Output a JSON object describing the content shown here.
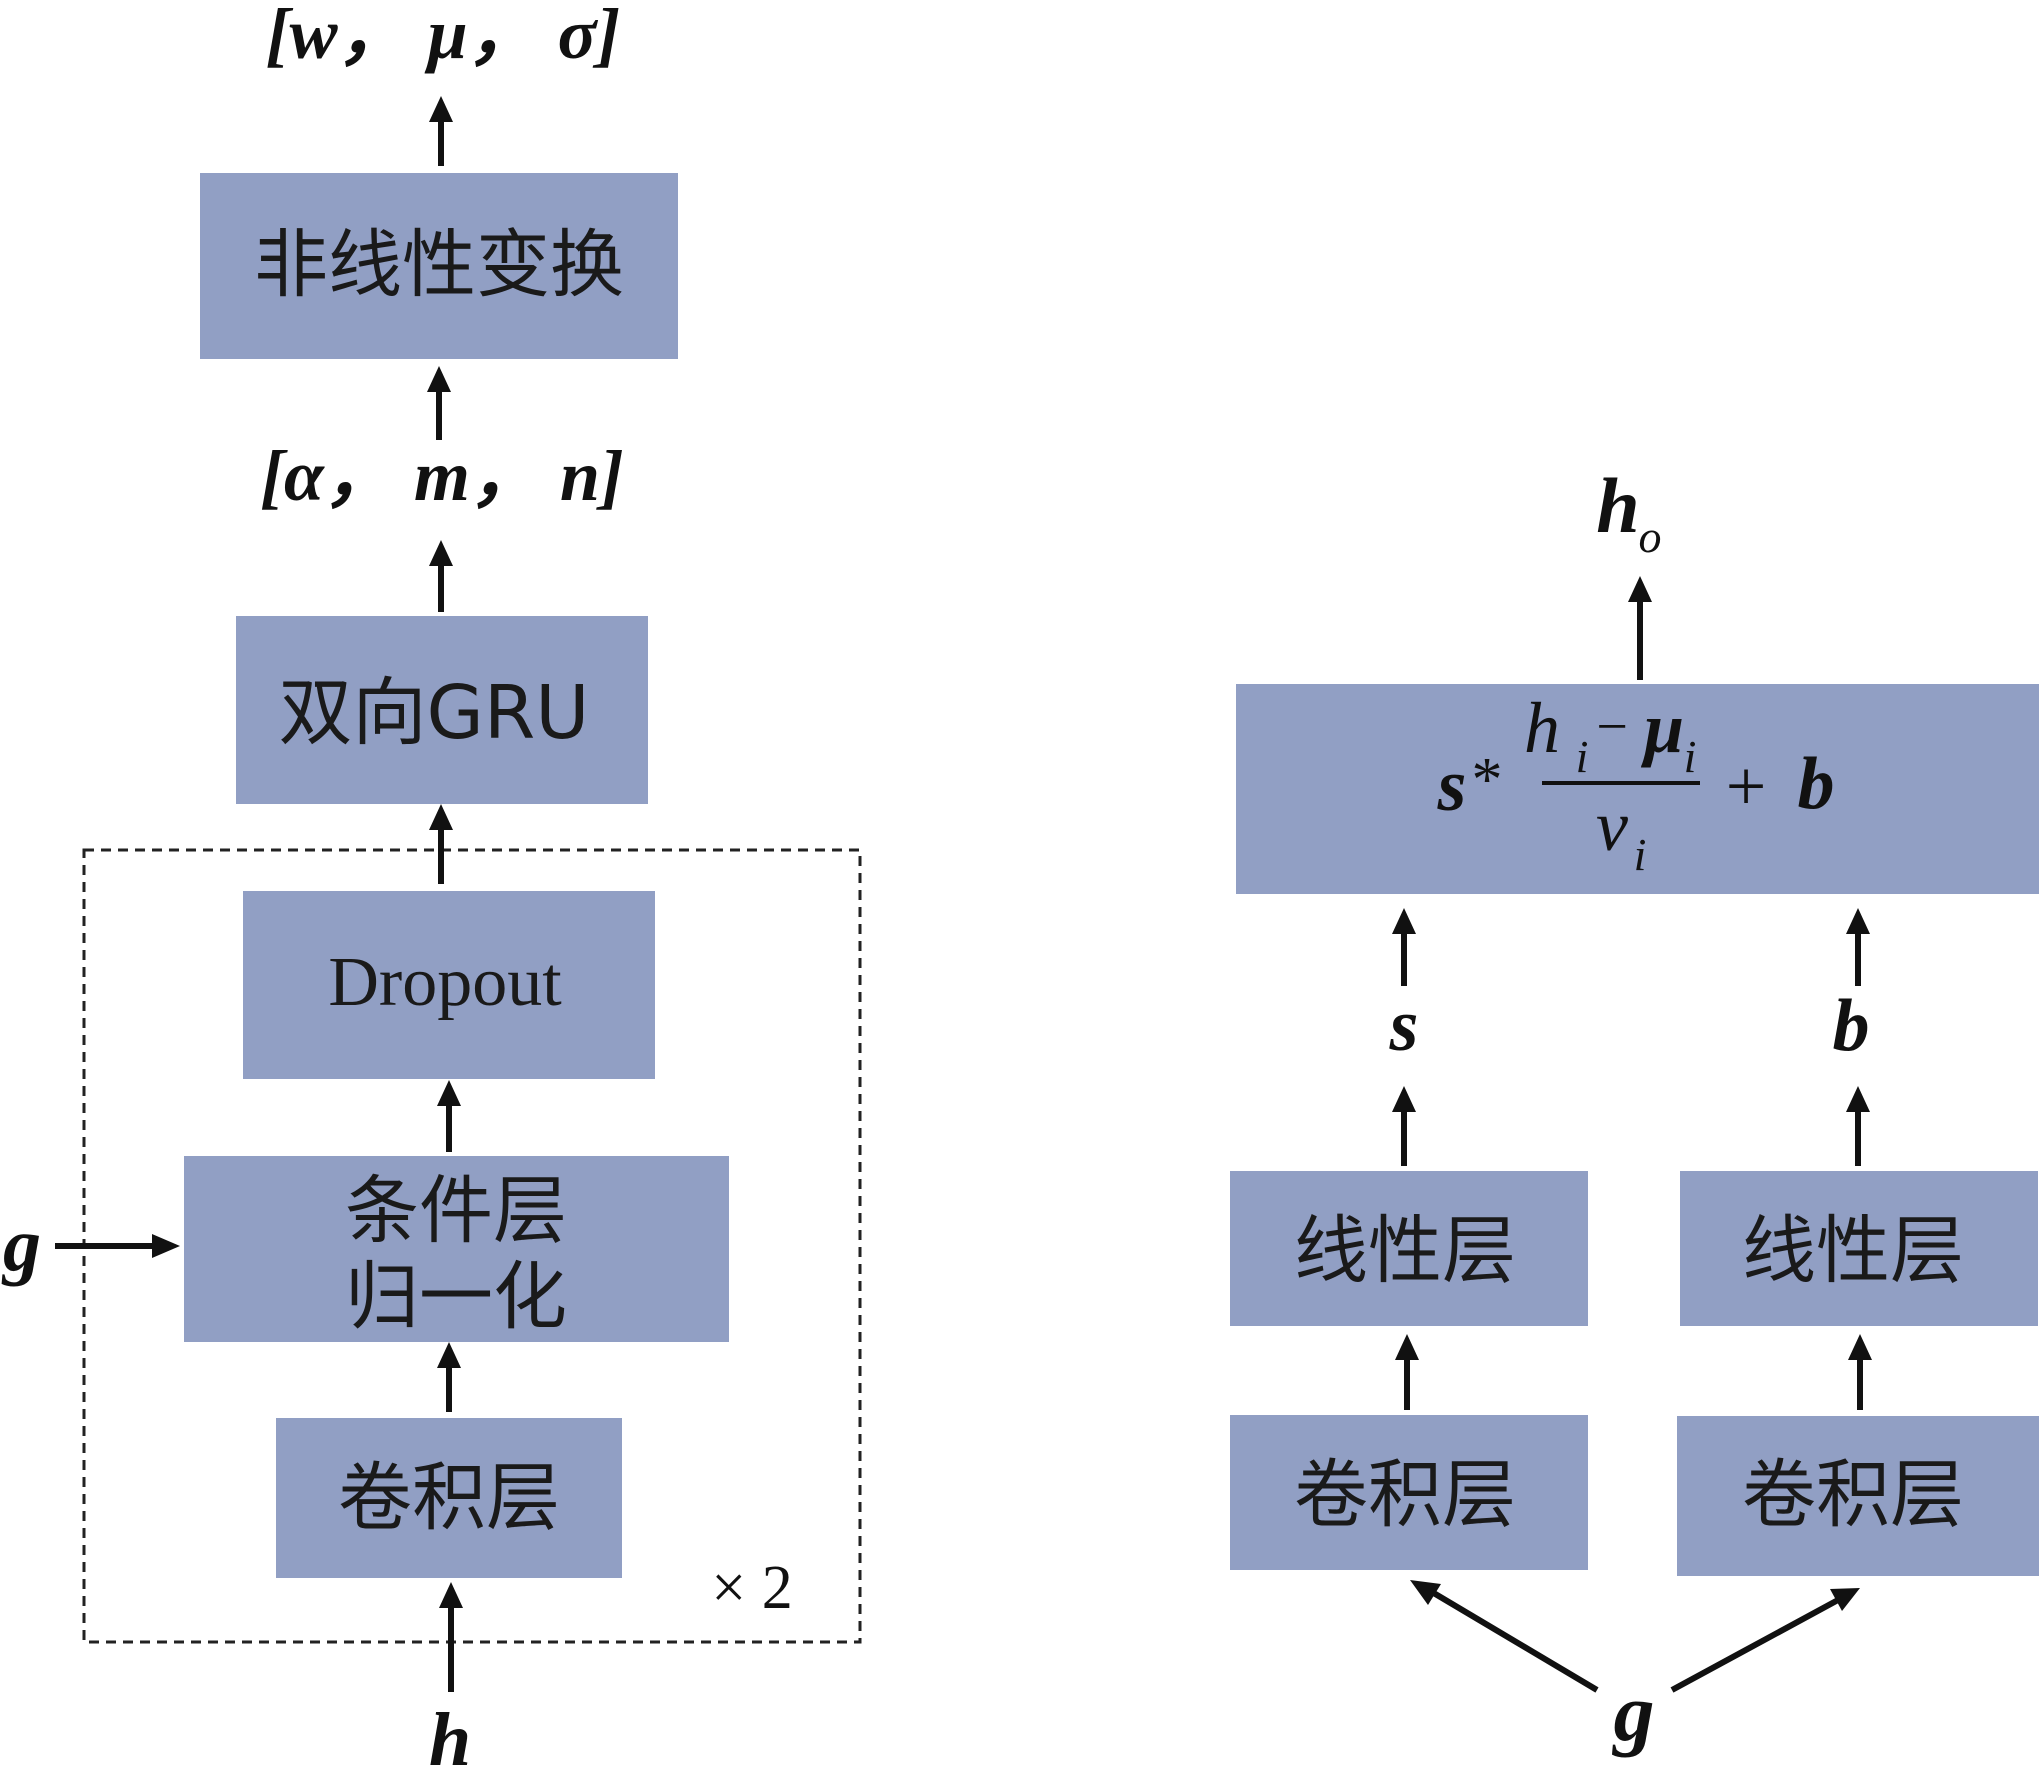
{
  "left": {
    "output_label": "[w， μ， σ]",
    "nonlinear_box": "非线性变换",
    "params_label": "[α， m， n]",
    "bigru_box": "双向GRU",
    "dropout_box": "Dropout",
    "cln_box_line1": "条件层",
    "cln_box_line2": "归一化",
    "conv_box": "卷积层",
    "repeat_label": "× 2",
    "input_h": "h",
    "input_g": "g"
  },
  "right": {
    "output_label": "h",
    "output_sub": "o",
    "formula": {
      "scale": "s",
      "times": "*",
      "num_h": "h",
      "num_h_sub": "i",
      "minus": "−",
      "num_mu": "μ",
      "num_mu_sub": "i",
      "den": "v",
      "den_sub": "i",
      "plus": "+",
      "bias": "b"
    },
    "s_label": "s",
    "b_label": "b",
    "linear_left": "线性层",
    "linear_right": "线性层",
    "conv_left": "卷积层",
    "conv_right": "卷积层",
    "input_g": "g"
  },
  "colors": {
    "box_fill": "#919fc4",
    "line": "#111111",
    "background": "#ffffff"
  }
}
